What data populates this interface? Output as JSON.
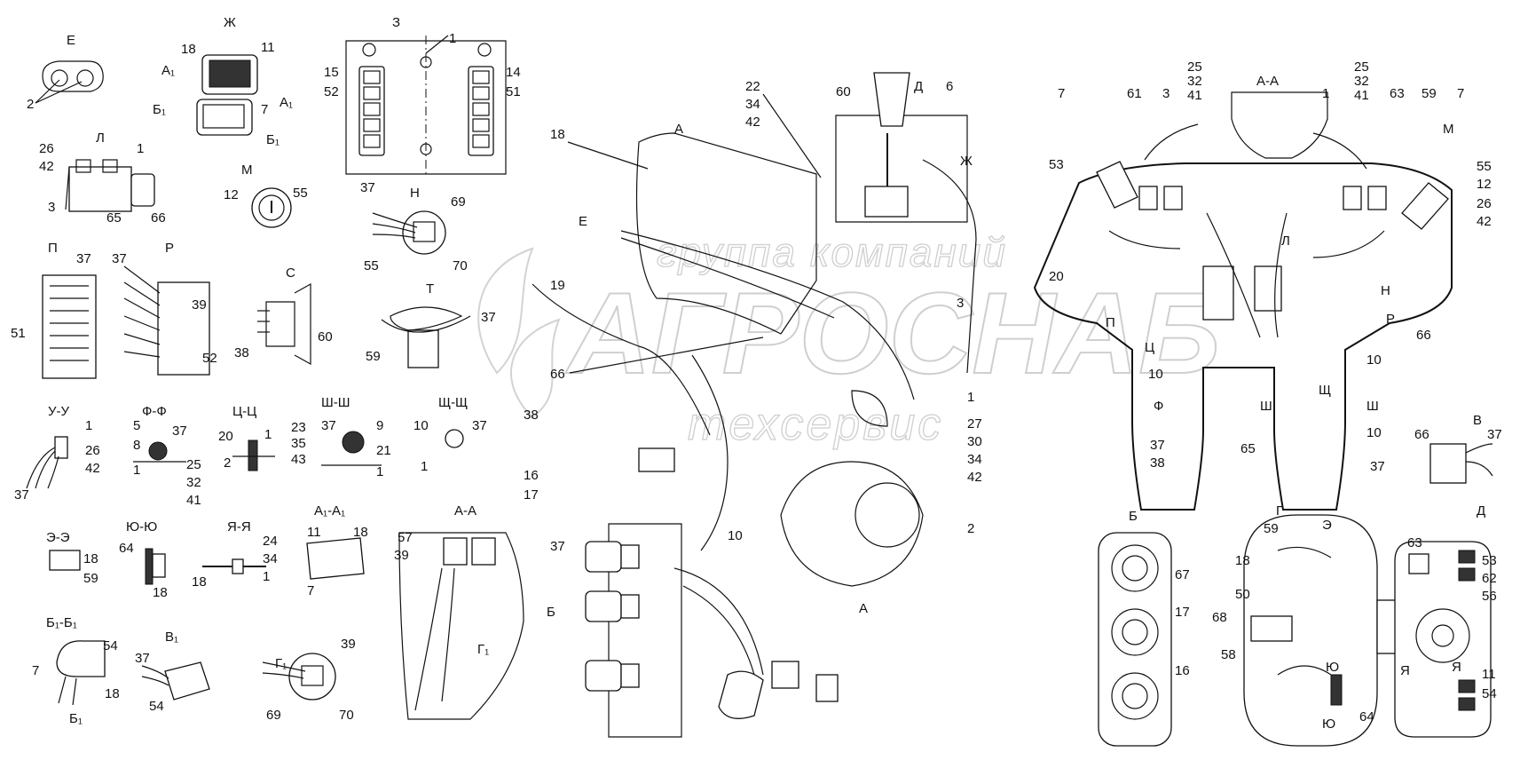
{
  "watermark": {
    "line1": "группа компаний",
    "line2": "АГРОСНАБ",
    "line3": "техсервис"
  },
  "views": {
    "E": "Е",
    "Zh": "Ж",
    "Z": "З",
    "L": "Л",
    "M": "М",
    "N": "Н",
    "P": "П",
    "R": "Р",
    "S": "С",
    "T": "Т",
    "UU": "У-У",
    "FF": "Ф-Ф",
    "TsTs": "Ц-Ц",
    "ShSh": "Ш-Ш",
    "ShchShch": "Щ-Щ",
    "EE": "Э-Э",
    "YuYu": "Ю-Ю",
    "YaYa": "Я-Я",
    "A1A1": "А₁-А₁",
    "AA_left": "А-А",
    "B1B1": "Б₁-Б₁",
    "V1": "В₁",
    "G1": "Г₁",
    "AA_right": "А-А",
    "B": "Б",
    "G": "Г",
    "D": "Д",
    "V": "В"
  },
  "markers": {
    "A1": "А₁",
    "B1": "Б₁",
    "A": "А",
    "D": "Д",
    "Zh": "Ж",
    "E": "Е",
    "B": "Б",
    "Tsh": "Ц",
    "F": "Ф",
    "Sh": "Ш",
    "Shch": "Щ",
    "L": "Л",
    "N": "Н",
    "P": "П",
    "R": "Р",
    "M": "М",
    "Ya": "Я",
    "Yu": "Ю",
    "E2": "Э",
    "V": "В",
    "G1": "Г₁"
  },
  "callouts": {
    "c1": "1",
    "c2": "2",
    "c3": "3",
    "c5": "5",
    "c6": "6",
    "c7": "7",
    "c8": "8",
    "c9": "9",
    "c10": "10",
    "c11": "11",
    "c12": "12",
    "c14": "14",
    "c15": "15",
    "c16": "16",
    "c17": "17",
    "c18": "18",
    "c19": "19",
    "c20": "20",
    "c21": "21",
    "c22": "22",
    "c23": "23",
    "c24": "24",
    "c25": "25",
    "c26": "26",
    "c27": "27",
    "c30": "30",
    "c32": "32",
    "c34": "34",
    "c35": "35",
    "c37": "37",
    "c38": "38",
    "c39": "39",
    "c41": "41",
    "c42": "42",
    "c43": "43",
    "c50": "50",
    "c51": "51",
    "c52": "52",
    "c53": "53",
    "c54": "54",
    "c55": "55",
    "c56": "56",
    "c57": "57",
    "c58": "58",
    "c59": "59",
    "c60": "60",
    "c61": "61",
    "c62": "62",
    "c63": "63",
    "c64": "64",
    "c65": "65",
    "c66": "66",
    "c67": "67",
    "c68": "68",
    "c69": "69",
    "c70": "70"
  }
}
